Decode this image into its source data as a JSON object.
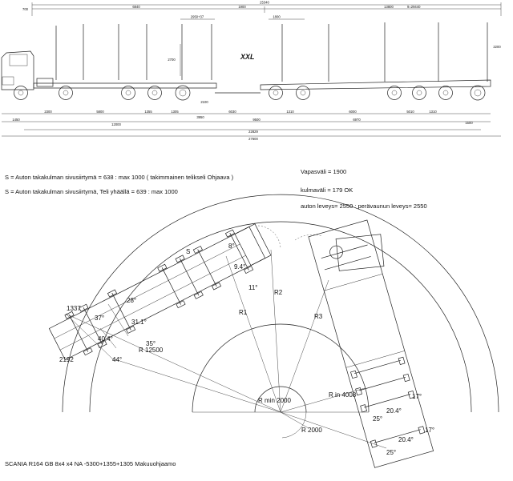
{
  "top_dims": {
    "overall_top": "25340",
    "d1": "6840",
    "d2": "1900",
    "d3": "13800",
    "d4": "9=29440",
    "d5": "700",
    "d6": "2950+37",
    "d7": "1800",
    "d8": "2700",
    "d9": "2200",
    "d10": "2100",
    "bottom1": "2300",
    "bottom2": "5800",
    "bottom3": "1355",
    "bottom4": "1305",
    "bottom5": "6030",
    "bottom6": "1310",
    "bottom7": "6000",
    "bottom8": "5010",
    "bottom9": "1310",
    "b_a": "1450",
    "b_b": "12000",
    "b_c": "3950",
    "b_d": "9500",
    "b_e": "6970",
    "b_f": "1500",
    "total_mid": "22829",
    "total": "27600",
    "brand": "XXL"
  },
  "notes": {
    "n1": "S = Auton takakulman sivusiirtymä = 638 :  max 1000 ( takimmainen  telikseli Ohjaava )",
    "n2": "S = Auton takakulman sivusiirtymä, Teli yhäällä = 639 :  max 1000",
    "n3": "Vapasväli = 1900",
    "n4": "kulmaväli = 179 OK",
    "n5": "auton leveys= 2550 : perävaunun leveys= 2550",
    "caption": "SCANIA R164 GB 8x4 x4 NA -5300+1355+1305 Makuuohjaamo"
  },
  "labels": {
    "S": "S",
    "a8": "8°",
    "a94": "9.4°",
    "a11": "11°",
    "R1": "R1",
    "R2": "R2",
    "R3": "R3",
    "l1337": "1337",
    "a28": "28°",
    "a37": "37°",
    "a311": "31.1°",
    "a404": "40.4°",
    "a35": "35°",
    "R12500": "R  12500",
    "l2192": "2192",
    "a44": "44°",
    "Rmin": "R min  2000",
    "Rin": "R in  4008",
    "a17a": "17°",
    "a204a": "20.4°",
    "a25a": "25°",
    "a17b": "17°",
    "a204b": "20.4°",
    "a25b": "25°",
    "R2000": "R  2000"
  }
}
